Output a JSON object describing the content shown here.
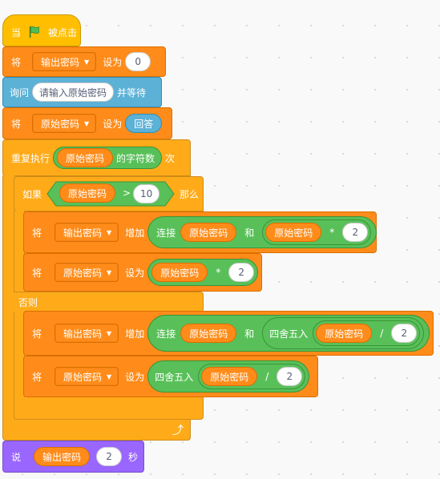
{
  "event": {
    "when": "当",
    "clicked": "被点击"
  },
  "b1": {
    "verb": "将",
    "var": "输出密码",
    "to": "设为",
    "value": "0"
  },
  "b2": {
    "ask": "询问",
    "prompt": "请输入原始密码",
    "wait": "并等待"
  },
  "b3": {
    "verb": "将",
    "var": "原始密码",
    "to": "设为",
    "answer": "回答"
  },
  "repeat": {
    "label": "重复执行",
    "var": "原始密码",
    "length_of": "的字符数",
    "times": "次"
  },
  "if": {
    "label": "如果",
    "var": "原始密码",
    "op": ">",
    "value": "10",
    "then": "那么",
    "else": "否则"
  },
  "if_b1": {
    "verb": "将",
    "var": "输出密码",
    "change": "增加",
    "join": "连接",
    "a": "原始密码",
    "and": "和",
    "b": "原始密码",
    "mul": "*",
    "n": "2"
  },
  "if_b2": {
    "verb": "将",
    "var": "原始密码",
    "to": "设为",
    "a": "原始密码",
    "mul": "*",
    "n": "2"
  },
  "else_b1": {
    "verb": "将",
    "var": "输出密码",
    "change": "增加",
    "join": "连接",
    "a": "原始密码",
    "and": "和",
    "round": "四舍五入",
    "b": "原始密码",
    "div": "/",
    "n": "2"
  },
  "else_b2": {
    "verb": "将",
    "var": "原始密码",
    "to": "设为",
    "round": "四舍五入",
    "a": "原始密码",
    "div": "/",
    "n": "2"
  },
  "say": {
    "label": "说",
    "var": "输出密码",
    "secs": "2",
    "unit": "秒"
  },
  "colors": {
    "event": "#ffbf00",
    "variables": "#ff8c1a",
    "sensing": "#5cb1d6",
    "control": "#ffab19",
    "looks": "#9966ff",
    "operators": "#59c059"
  }
}
